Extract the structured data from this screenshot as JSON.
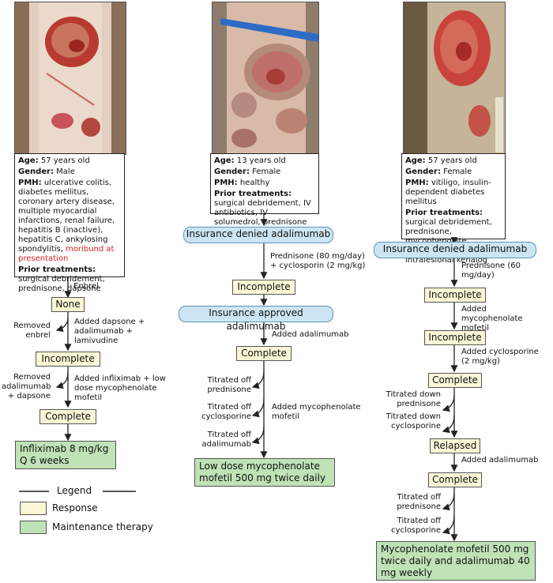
{
  "cases": [
    {
      "age_label": "Age:",
      "age": "57 years old",
      "gender_label": "Gender:",
      "gender": "Male",
      "pmh_label": "PMH:",
      "pmh": "ulcerative colitis, diabetes mellitus, coronary artery disease, multiple myocardial infarctions, renal failure, hepatitis B (inactive), hepatitis C, ankylosing spondylitis,",
      "pmh_highlight": "moribund at presentation",
      "prior_label": "Prior treatments:",
      "prior": "surgical debridement, prednisone, dapsone",
      "steps": {
        "s1": "Enbrel",
        "r1": "None",
        "s2_left": "Removed enbrel",
        "s2_right": "Added dapsone + adalimumab + lamivudine",
        "r2": "Incomplete",
        "s3_left": "Removed adalimumab + dapsone",
        "s3_right": "Added infliximab + low dose mycophenolate mofetil",
        "r3": "Complete",
        "maintenance": "Infliximab 8 mg/kg Q 6 weeks"
      }
    },
    {
      "age_label": "Age:",
      "age": "13 years old",
      "gender_label": "Gender:",
      "gender": "Female",
      "pmh_label": "PMH:",
      "pmh": "healthy",
      "prior_label": "Prior treatments:",
      "prior": "surgical debridement, IV antibiotics, IV solumedrol, prednisone",
      "steps": {
        "ins1": "Insurance denied adalimumab",
        "s1": "Prednisone (80 mg/day) + cyclosporin (2 mg/kg)",
        "r1": "Incomplete",
        "ins2": "Insurance approved adalimumab",
        "s2": "Added adalimumab",
        "r2": "Complete",
        "t1": "Titrated off prednisone",
        "t2": "Titrated off cyclosporine",
        "t3": "Titrated off adalimumab",
        "s3": "Added mycophenolate mofetil",
        "maintenance": "Low dose mycophenolate mofetil 500 mg twice daily"
      }
    },
    {
      "age_label": "Age:",
      "age": "57 years old",
      "gender_label": "Gender:",
      "gender": "Female",
      "pmh_label": "PMH:",
      "pmh": "vitiligo, insulin-dependent diabetes mellitus",
      "prior_label": "Prior treatments:",
      "prior": "surgical debridement, prednisone, mycophenolate, minocyline, intralesional kenalog",
      "steps": {
        "ins1": "Insurance denied adalimumab",
        "s1": "Prednisone (60 mg/day)",
        "r1": "Incomplete",
        "s2": "Added mycophenolate mofetil",
        "r2": "Incomplete",
        "s3": "Added cyclosporine (2 mg/kg)",
        "r3": "Complete",
        "t1": "Titrated down prednisone",
        "t2": "Titrated down cyclosporine",
        "r4": "Relapsed",
        "s4": "Added adalimumab",
        "r5": "Complete",
        "t3": "Titrated off prednisone",
        "t4": "Titrated off cyclosporine",
        "maintenance": "Mycophenolate mofetil 500 mg twice daily and adalimumab 40 mg weekly"
      }
    }
  ],
  "legend": {
    "title": "Legend",
    "response": "Response",
    "maintenance": "Maintenance therapy"
  },
  "colors": {
    "response": "#fbf6d6",
    "maintenance": "#bfe2b6",
    "insurance": "#cde5f2",
    "highlight": "#d42020"
  }
}
